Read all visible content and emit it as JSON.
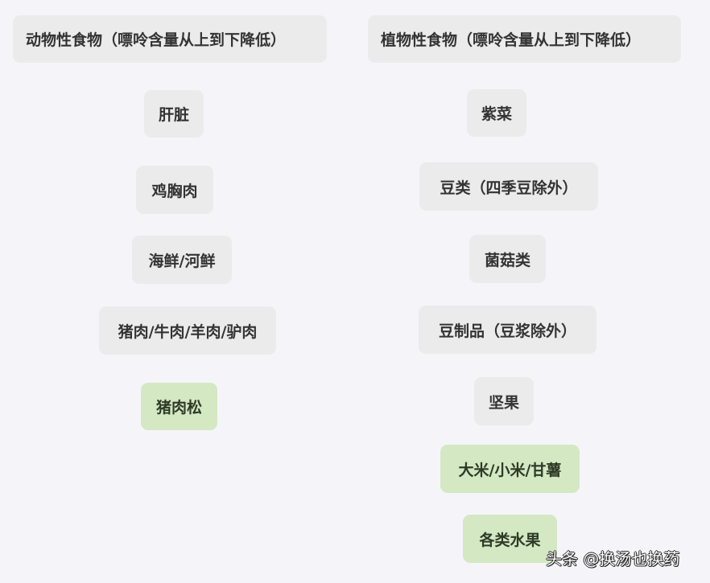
{
  "colors": {
    "background": "#f5f5f9",
    "node_default": "#ebebeb",
    "node_low_purine": "#d4e8c3",
    "text": "#333333"
  },
  "animal": {
    "header": "动物性食物（嘌呤含量从上到下降低）",
    "items": [
      {
        "label": "肝脏",
        "level": "high"
      },
      {
        "label": "鸡胸肉",
        "level": "high"
      },
      {
        "label": "海鲜/河鲜",
        "level": "high"
      },
      {
        "label": "猪肉/牛肉/羊肉/驴肉",
        "level": "high"
      },
      {
        "label": "猪肉松",
        "level": "low"
      }
    ]
  },
  "plant": {
    "header": "植物性食物（嘌呤含量从上到下降低）",
    "items": [
      {
        "label": "紫菜",
        "level": "high"
      },
      {
        "label": "豆类（四季豆除外）",
        "level": "high"
      },
      {
        "label": "菌菇类",
        "level": "high"
      },
      {
        "label": "豆制品（豆浆除外）",
        "level": "high"
      },
      {
        "label": "坚果",
        "level": "high"
      },
      {
        "label": "大米/小米/甘薯",
        "level": "low"
      },
      {
        "label": "各类水果",
        "level": "low"
      }
    ]
  },
  "watermark": "头条 @换汤也换药"
}
